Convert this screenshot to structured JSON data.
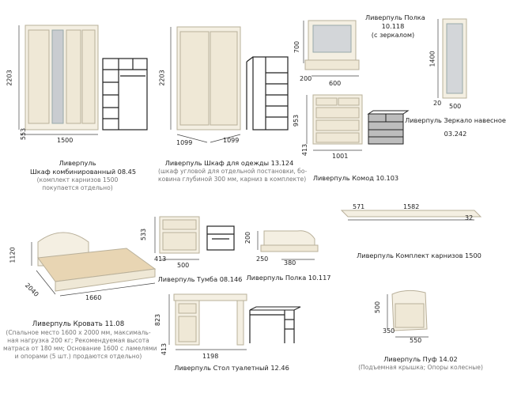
{
  "items": {
    "wardrobe_combo": {
      "title": [
        "Ливерпуль",
        "Шкаф комбинированный 08.45"
      ],
      "note": [
        "(комплект карнизов 1500",
        "покупается отдельно)"
      ],
      "dims": {
        "h": "2203",
        "d": "553",
        "w": "1500"
      }
    },
    "wardrobe_corner": {
      "title": "Ливерпуль Шкаф для одежды 13.124",
      "note": [
        "(шкаф угловой для отдельной постановки, бо-",
        "ковина глубиной 300 мм, карниз в комплекте)"
      ],
      "dims": {
        "h": "2203",
        "w1": "1099",
        "w2": "1099"
      }
    },
    "shelf_mirror": {
      "title": [
        "Ливерпуль Полка",
        "10.118",
        "(с зеркалом)"
      ],
      "dims": {
        "h": "700",
        "d": "200",
        "w": "600"
      }
    },
    "mirror": {
      "title": [
        "Ливерпуль Зеркало навесное",
        "03.242"
      ],
      "dims": {
        "h": "1400",
        "d": "20",
        "w": "500"
      }
    },
    "dresser": {
      "title": "Ливерпуль Комод 10.103",
      "dims": {
        "h": "953",
        "d": "413",
        "w": "1001"
      }
    },
    "cornice": {
      "title": "Ливерпуль Комплект карнизов 1500",
      "dims": {
        "d": "571",
        "w": "1582",
        "h": "32"
      }
    },
    "bed": {
      "title": "Ливерпуль Кровать 11.08",
      "note": [
        "(Спальное место 1600 х 2000 мм, максималь-",
        "ная нагрузка 200 кг; Рекомендуемая высота",
        "матраса от 180 мм; Основание 1600 с ламелями",
        "и опорами (5 шт.) продаются отдельно)"
      ],
      "dims": {
        "h": "1120",
        "d": "2040",
        "w": "1660"
      }
    },
    "nightstand": {
      "title": "Ливерпуль Тумба 08.146",
      "dims": {
        "h": "533",
        "d": "413",
        "w": "500"
      }
    },
    "shelf": {
      "title": "Ливерпуль Полка 10.117",
      "dims": {
        "h": "200",
        "d": "250",
        "w": "380"
      }
    },
    "vanity": {
      "title": "Ливерпуль Стол туалетный 12.46",
      "dims": {
        "h": "823",
        "d": "413",
        "w": "1198"
      }
    },
    "pouf": {
      "title": "Ливерпуль Пуф 14.02",
      "note": "(Подъемная крышка; Опоры колесные)",
      "dims": {
        "h": "500",
        "d": "350",
        "w": "550"
      }
    }
  }
}
